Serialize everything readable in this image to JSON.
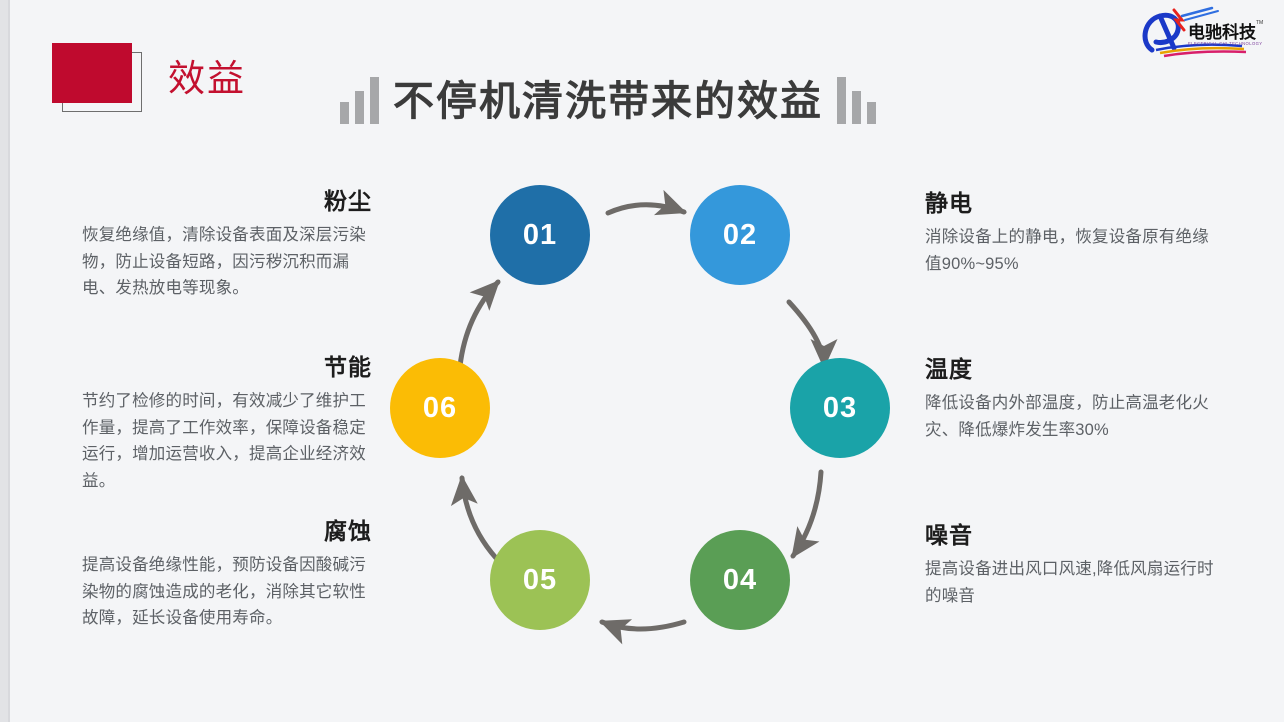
{
  "header": {
    "kicker": "效益",
    "title": "不停机清洗带来的效益",
    "left_decoration": "ascending-bars-icon",
    "right_decoration": "descending-bars-icon"
  },
  "logo": {
    "name_cn": "电驰科技",
    "name_en": "ELECTRICAL CHI TECHNOLOGY",
    "trademark": "TM"
  },
  "diagram": {
    "type": "cycle",
    "nodes": [
      {
        "id": "01",
        "label": "01",
        "color": "#1f6fa8"
      },
      {
        "id": "02",
        "label": "02",
        "color": "#3498db"
      },
      {
        "id": "03",
        "label": "03",
        "color": "#1aa3a8"
      },
      {
        "id": "04",
        "label": "04",
        "color": "#5a9e55"
      },
      {
        "id": "05",
        "label": "05",
        "color": "#9cc255"
      },
      {
        "id": "06",
        "label": "06",
        "color": "#fbbc05"
      }
    ],
    "arrow_color": "#6e6b68"
  },
  "sections": {
    "dust": {
      "number": "01",
      "title": "粉尘",
      "body": "恢复绝缘值，清除设备表面及深层污染物，防止设备短路，因污秽沉积而漏电、发热放电等现象。"
    },
    "static": {
      "number": "02",
      "title": "静电",
      "body": "消除设备上的静电，恢复设备原有绝缘值90%~95%"
    },
    "temperature": {
      "number": "03",
      "title": "温度",
      "body": "降低设备内外部温度，防止高温老化火灾、降低爆炸发生率30%"
    },
    "noise": {
      "number": "04",
      "title": "噪音",
      "body": "提高设备进出风口风速,降低风扇运行时的噪音"
    },
    "corrosion": {
      "number": "05",
      "title": "腐蚀",
      "body": "提高设备绝缘性能，预防设备因酸碱污染物的腐蚀造成的老化，消除其它软性故障，延长设备使用寿命。"
    },
    "energy": {
      "number": "06",
      "title": "节能",
      "body": "节约了检修的时间，有效减少了维护工作量，提高了工作效率，保障设备稳定运行，增加运营收入，提高企业经济效益。"
    }
  },
  "colors": {
    "background": "#f4f5f7",
    "brand_red": "#bf0a2e",
    "title_gray": "#3b3b3b",
    "body_gray": "#5d6166"
  }
}
